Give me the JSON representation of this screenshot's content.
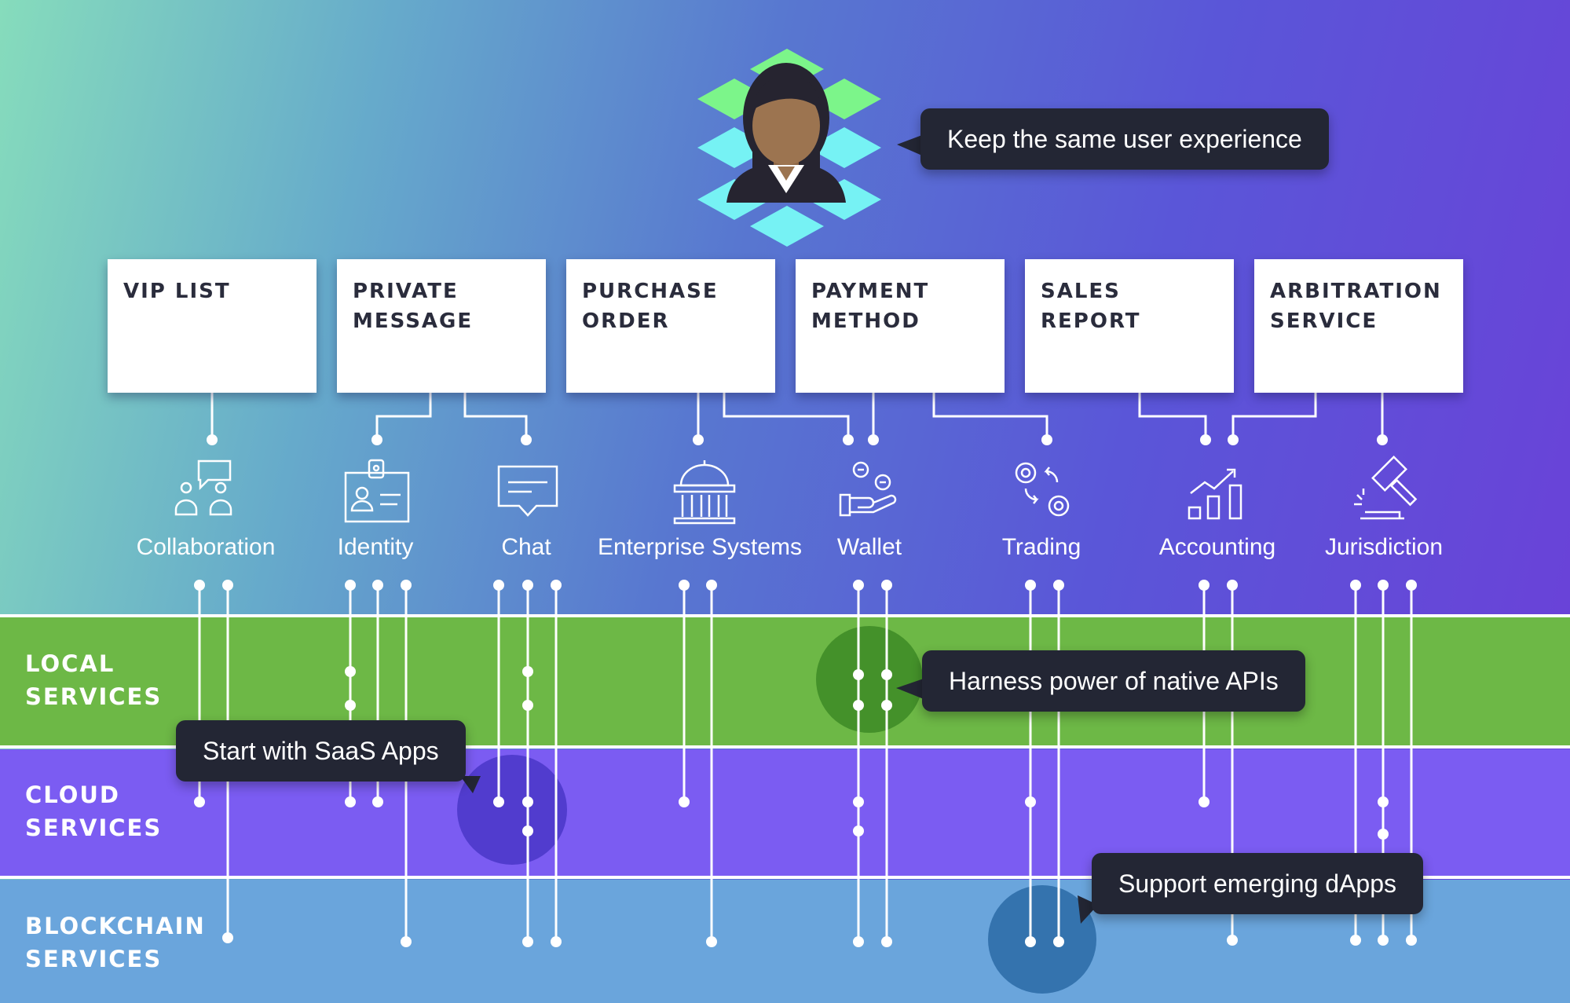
{
  "user": {
    "callout": "Keep the same user experience"
  },
  "cards": [
    {
      "title": "VIP LIST",
      "icon": "clipboard-check-icon"
    },
    {
      "title": "PRIVATE\nMESSAGE",
      "icon": "paper-plane-icon"
    },
    {
      "title": "PURCHASE\nORDER",
      "icon": "document-icon"
    },
    {
      "title": "PAYMENT\nMETHOD",
      "icon": "credit-card-icon"
    },
    {
      "title": "SALES REPORT",
      "icon": "bar-chart-icon"
    },
    {
      "title": "ARBITRATION\nSERVICE",
      "icon": "scales-icon"
    }
  ],
  "services": [
    {
      "label": "Collaboration",
      "icon": "collaboration-icon"
    },
    {
      "label": "Identity",
      "icon": "id-badge-icon"
    },
    {
      "label": "Chat",
      "icon": "chat-bubble-icon"
    },
    {
      "label": "Enterprise Systems",
      "icon": "government-building-icon"
    },
    {
      "label": "Wallet",
      "icon": "coin-hand-icon"
    },
    {
      "label": "Trading",
      "icon": "exchange-icon"
    },
    {
      "label": "Accounting",
      "icon": "growth-chart-icon"
    },
    {
      "label": "Jurisdiction",
      "icon": "gavel-icon"
    }
  ],
  "bands": [
    {
      "label": "LOCAL\nSERVICES",
      "color": "#6db846"
    },
    {
      "label": "CLOUD\nSERVICES",
      "color": "#7b5cf2"
    },
    {
      "label": "BLOCKCHAIN\nSERVICES",
      "color": "#6aa5dc"
    }
  ],
  "callouts": {
    "local": "Harness power of native APIs",
    "cloud": "Start with SaaS Apps",
    "blockchain": "Support emerging dApps"
  },
  "colors": {
    "local_highlight": "#3d8a26",
    "cloud_highlight": "#4a36c8",
    "blockchain_highlight": "#2f6ea8",
    "callout_bg": "#232634",
    "layer_green": "#7cf58a",
    "layer_cyan": "#76f2f4"
  }
}
